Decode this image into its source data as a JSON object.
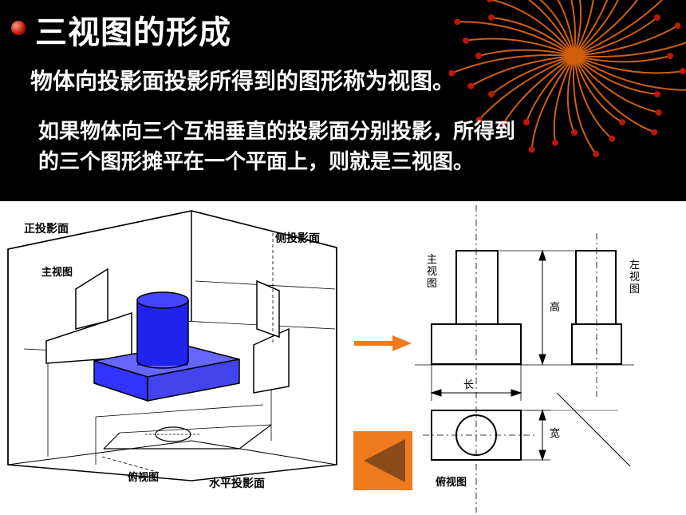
{
  "slide": {
    "title": "三视图的形成",
    "subtitle": "物体向投影面投影所得到的图形称为视图。",
    "paragraph_line1": "如果物体向三个互相垂直的投影面分别投影，所得到",
    "paragraph_line2": "的三个图形摊平在一个平面上，则就是三视图。"
  },
  "diagram_left": {
    "front_plane": "正投影面",
    "side_plane": "侧投影面",
    "main_view": "主视图",
    "top_view": "俯视图",
    "horizontal_plane": "水平投影面"
  },
  "diagram_right": {
    "main_view": "主视图",
    "left_view": "左视图",
    "top_view": "俯视图",
    "height": "高",
    "length": "长",
    "width": "宽"
  },
  "colors": {
    "header_bg": "#000000",
    "solid_blue": "#3333ff",
    "arrow_orange": "#f07a1e",
    "back_button": "#f07a1e"
  }
}
